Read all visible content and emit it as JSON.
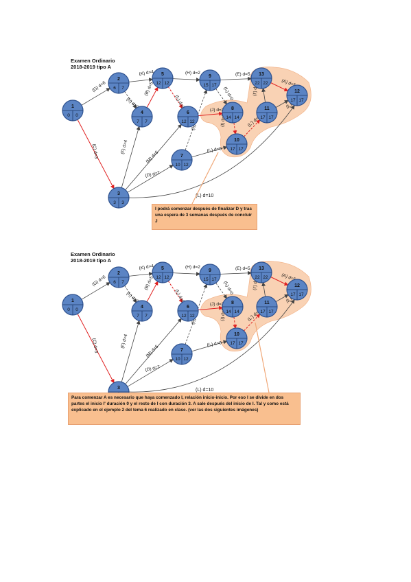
{
  "diagram1": {
    "header": {
      "line1": "Examen Ordinario",
      "line2": "2018-2019 tipo A"
    },
    "note": "I podrá comenzar después de finalizar D y tras una espera de 3 semanas después de concluir J",
    "node_labels": {
      "n1": "1",
      "n2": "2",
      "n3": "3",
      "n4": "4",
      "n5": "5",
      "n6": "6",
      "n7": "7",
      "n8": "8",
      "n9": "9",
      "n10": "10",
      "n11": "11",
      "n12": "12",
      "n13": "13"
    },
    "node_values": {
      "n1": [
        "0",
        "0"
      ],
      "n2": [
        "6",
        "7"
      ],
      "n3": [
        "3",
        "3"
      ],
      "n4": [
        "7",
        "7"
      ],
      "n5": [
        "12",
        "12"
      ],
      "n6": [
        "12",
        "12"
      ],
      "n7": [
        "10",
        "12"
      ],
      "n8": [
        "14",
        "14"
      ],
      "n9": [
        "15",
        "17"
      ],
      "n10": [
        "17",
        "17"
      ],
      "n11": [
        "17",
        "17"
      ],
      "n12": [
        "17",
        "17"
      ],
      "n13": [
        "22",
        "22"
      ]
    },
    "edge_labels": {
      "G": "(G) d=6",
      "C": "(C) d=3",
      "K": "(K) d=4",
      "f1": "(f₁) d=0",
      "B": "(B) d=5",
      "F": "(F) d=4",
      "M": "(M) d=6",
      "D": "(D) d=7",
      "H": "(H) d=2",
      "f2": "(f₂) d=0",
      "J": "(J) d=2",
      "f3": "(f₃) d=5",
      "f4": "(f₄) d=0",
      "E": "(E) d=5",
      "f5": "(f₅) d=0",
      "I": "(I) d=3",
      "Ip": "(I') d=3",
      "Lm": "(L) d=10",
      "A": "(A) d=5",
      "f6": "(f₆) d=0",
      "Lw": "(L') d=3"
    }
  },
  "diagram2": {
    "header": {
      "line1": "Examen Ordinario",
      "line2": "2018-2019 tipo A"
    },
    "note": "Para comenzar A es necesario que haya comenzado I, relación inicio-inicio. Por eso I se divide en dos partes el inicio I' duración 0 y el resto de I con duración 3. A sale después del inicio de I. Tal y como está explicado en el ejemplo 2 del tema 6 realizado en clase. (ver las dos siguientes imágenes)",
    "node_labels": {
      "n1": "1",
      "n2": "2",
      "n3": "3",
      "n4": "4",
      "n5": "5",
      "n6": "6",
      "n7": "7",
      "n8": "8",
      "n9": "9",
      "n10": "10",
      "n11": "11",
      "n12": "12",
      "n13": "13"
    },
    "node_values": {
      "n1": [
        "0",
        "0"
      ],
      "n2": [
        "6",
        "7"
      ],
      "n3": [
        "",
        ""
      ],
      "n4": [
        "7",
        "7"
      ],
      "n5": [
        "12",
        "12"
      ],
      "n6": [
        "12",
        "12"
      ],
      "n7": [
        "10",
        "12"
      ],
      "n8": [
        "14",
        "14"
      ],
      "n9": [
        "15",
        "17"
      ],
      "n10": [
        "17",
        "17"
      ],
      "n11": [
        "17",
        "17"
      ],
      "n12": [
        "17",
        "17"
      ],
      "n13": [
        "22",
        "22"
      ]
    },
    "edge_labels": {
      "G": "(G) d=6",
      "C": "(C) d=3",
      "K": "(K) d=4",
      "f1": "(f₁) d=0",
      "B": "(B) d=5",
      "F": "(F) d=4",
      "M": "(M) d=6",
      "D": "(D) d=7",
      "H": "(H) d=2",
      "f2": "(f₂) d=0",
      "J": "(J) d=2",
      "f3": "(f₃) d=5",
      "f4": "(f₄) d=0",
      "E": "(E) d=5",
      "f5": "(f₅) d=0",
      "I": "(I) d=3",
      "Ip": "(I') d=0",
      "Lm": "(L) d=10",
      "A": "(A) d=5",
      "f6": "(f₆) d=0",
      "Lw": "(L') d=3"
    }
  },
  "colors": {
    "node_fill": "#5b84c4",
    "node_stroke": "#2f528f",
    "critical": "#e02020",
    "normal": "#444444",
    "highlight": "#f9cba8",
    "callout": "#f9bf8f"
  }
}
